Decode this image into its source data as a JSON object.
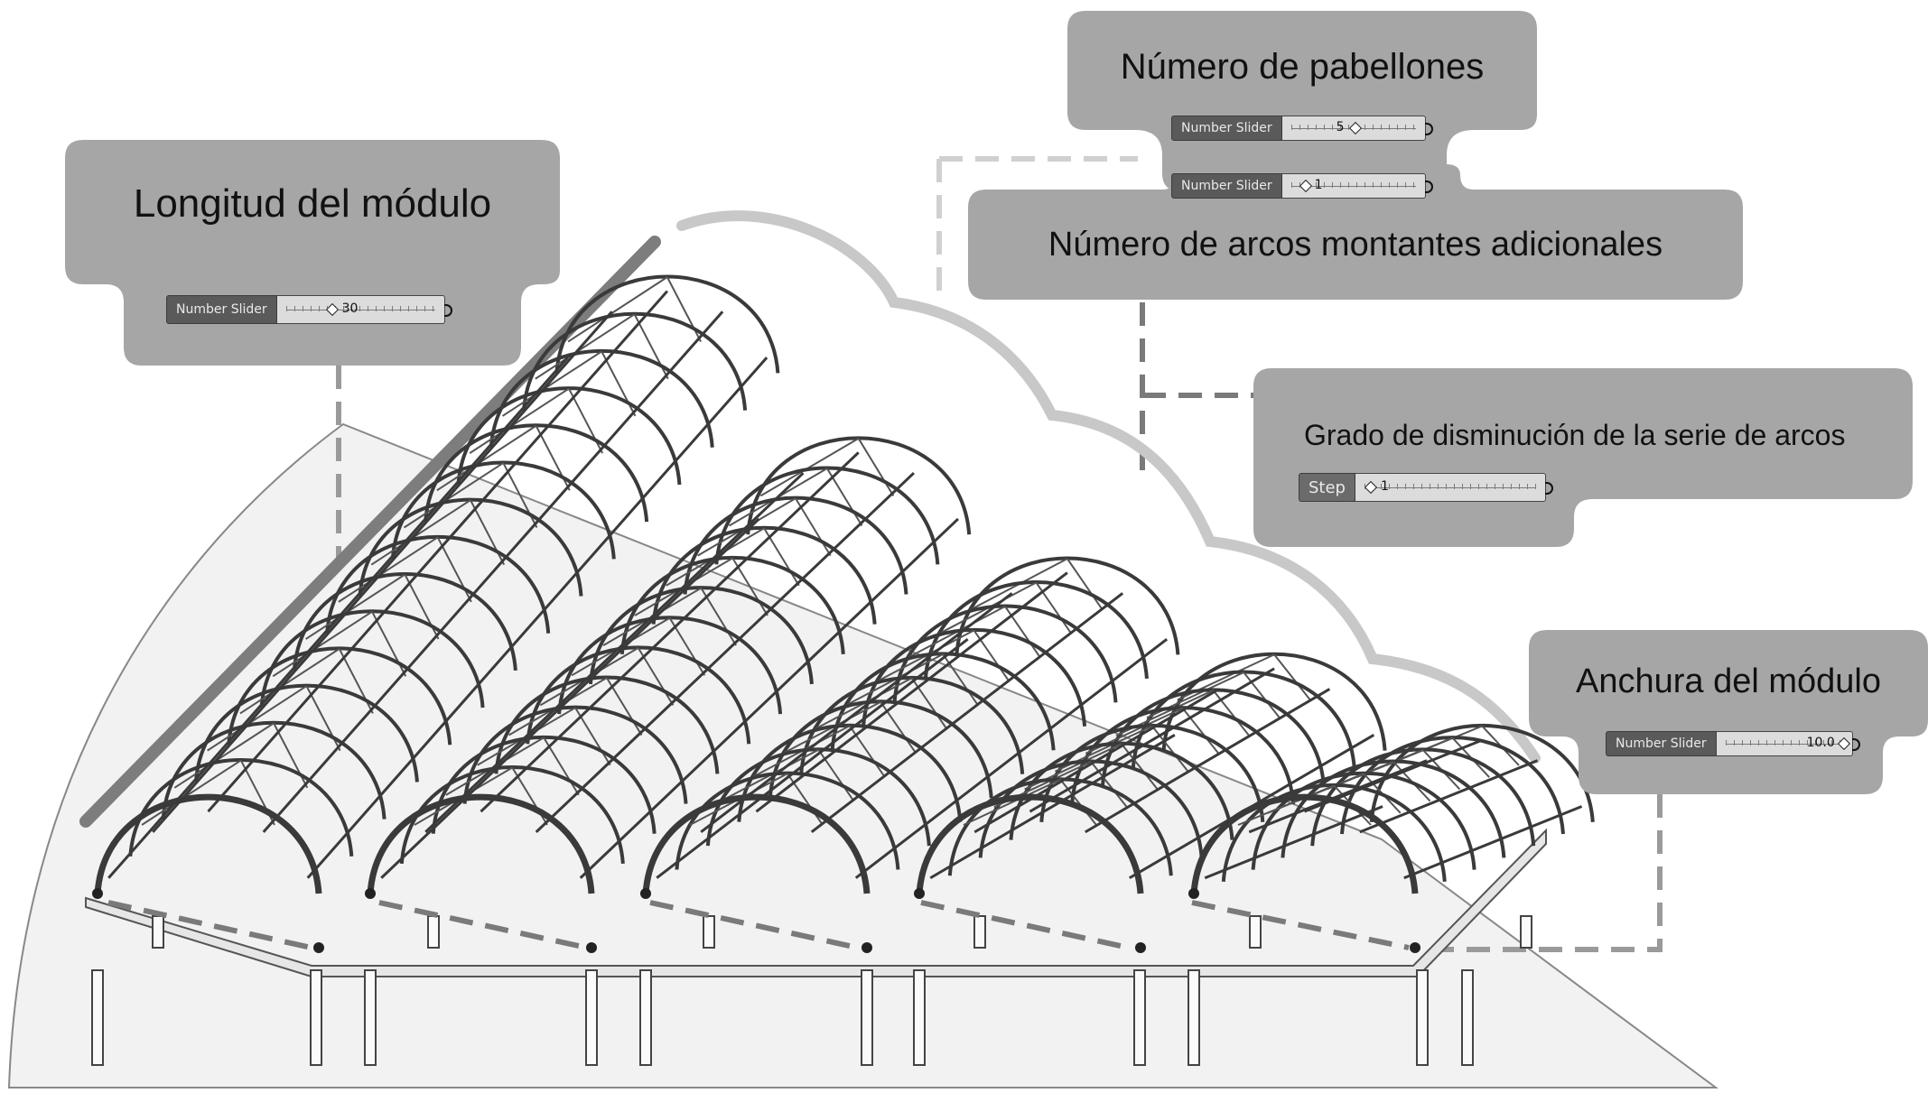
{
  "labels": {
    "longitud": "Longitud del módulo",
    "pabellones": "Número de pabellones",
    "arcos": "Número de arcos montantes adicionales",
    "grado": "Grado de disminución de la serie de arcos",
    "anchura": "Anchura del módulo"
  },
  "sliders": {
    "longitud": {
      "label": "Number Slider",
      "value": "30"
    },
    "pabellones": {
      "label": "Number Slider",
      "value": "5"
    },
    "arcos": {
      "label": "Number Slider",
      "value": "1"
    },
    "grado": {
      "label": "Step",
      "value": "1"
    },
    "anchura": {
      "label": "Number Slider",
      "value": "10.0"
    }
  },
  "colors": {
    "panel": "#a6a6a6",
    "ground": "#f2f2f2",
    "highlight": "#c8c8c8",
    "frame": "#3a3a3a"
  }
}
